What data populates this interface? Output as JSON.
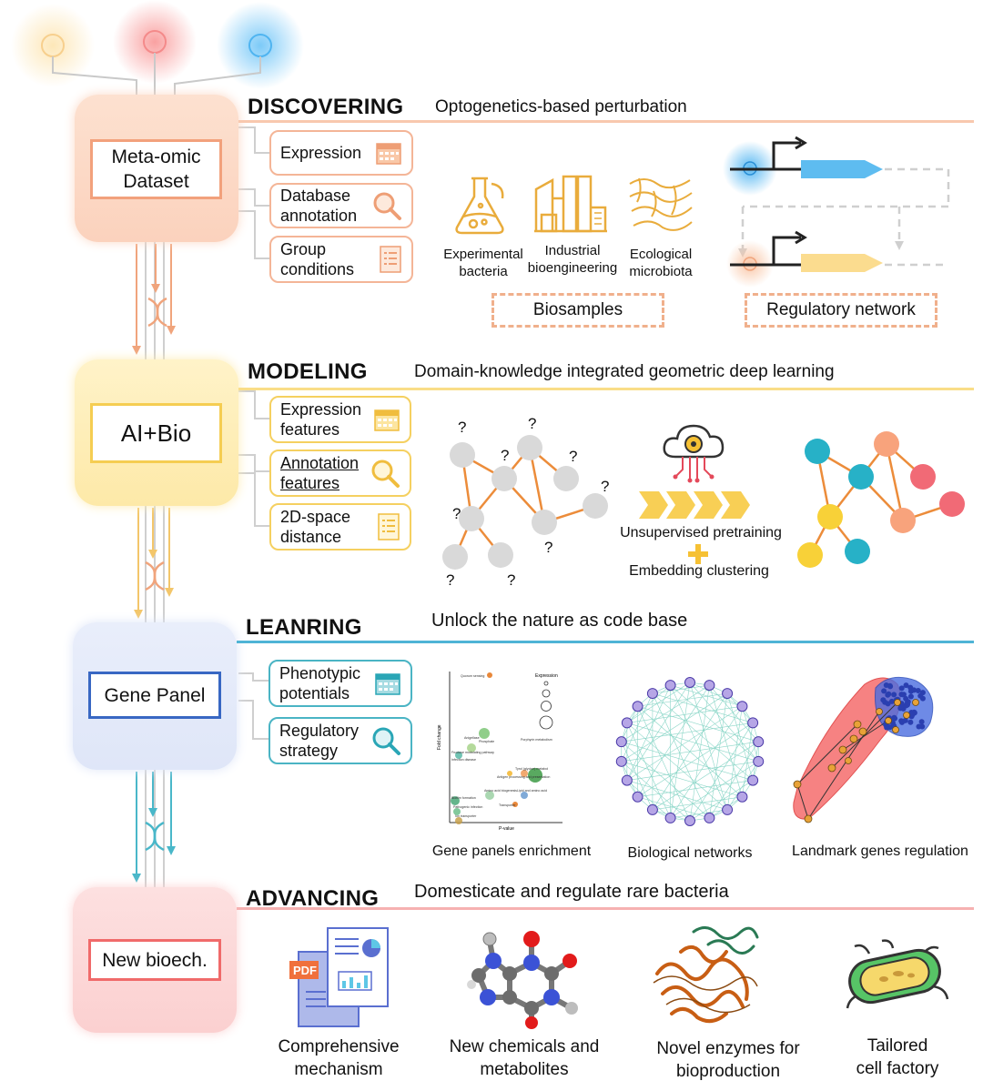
{
  "colors": {
    "discover": "#f6b08e",
    "model": "#f6d57a",
    "learn": "#8fb0e6",
    "advance": "#f38f8f",
    "teal": "#2aa6b6",
    "orange": "#e8883a"
  },
  "stages": {
    "discovering": {
      "title": "DISCOVERING",
      "subtitle": "Optogenetics-based perturbation",
      "box_label": "Meta-omic\nDataset",
      "features": [
        "Expression",
        "Database\nannotation",
        "Group\nconditions"
      ],
      "samples": [
        "Experimental\nbacteria",
        "Industrial\nbioengineering",
        "Ecological\nmicrobiota"
      ],
      "biosamples_label": "Biosamples",
      "network_label": "Regulatory network"
    },
    "modeling": {
      "title": "MODELING",
      "subtitle": "Domain-knowledge integrated geometric deep learning",
      "box_label": "AI+Bio",
      "features": [
        "Expression\nfeatures",
        "Annotation\nfeatures",
        "2D-space\ndistance"
      ],
      "question_mark": "?",
      "pretraining_label": "Unsupervised pretraining",
      "clustering_label": "Embedding clustering"
    },
    "learning": {
      "title": "LEANRING",
      "subtitle": "Unlock the nature as code base",
      "box_label": "Gene Panel",
      "features": [
        "Phenotypic\npotentials",
        "Regulatory\nstrategy"
      ],
      "panels": [
        "Gene panels enrichment",
        "Biological networks",
        "Landmark genes regulation"
      ],
      "scatter": {
        "legend_title": "Expression",
        "xlabel": "P-value",
        "ylabel": "Fold change",
        "points": [
          "Quorum sensing",
          "Phosphate",
          "Anigellase",
          "Fructose modulating pathway",
          "Infection disease",
          "Porphyrin metabolism",
          "Tyrol (glycine) metabol",
          "Antigen processing and presentation",
          "Amino acid biogenesis",
          "Lipid and amino acid",
          "Transporter",
          "Biofilm formation",
          "Pathogenic infection",
          "Ion transporter"
        ]
      }
    },
    "advancing": {
      "title": "ADVANCING",
      "subtitle": "Domesticate and regulate rare bacteria",
      "box_label": "New bioech.",
      "outputs": [
        "Comprehensive\nmechanism",
        "New chemicals and\nmetabolites",
        "Novel enzymes for\nbioproduction",
        "Tailored\ncell factory"
      ],
      "pdf_label": "PDF"
    }
  }
}
